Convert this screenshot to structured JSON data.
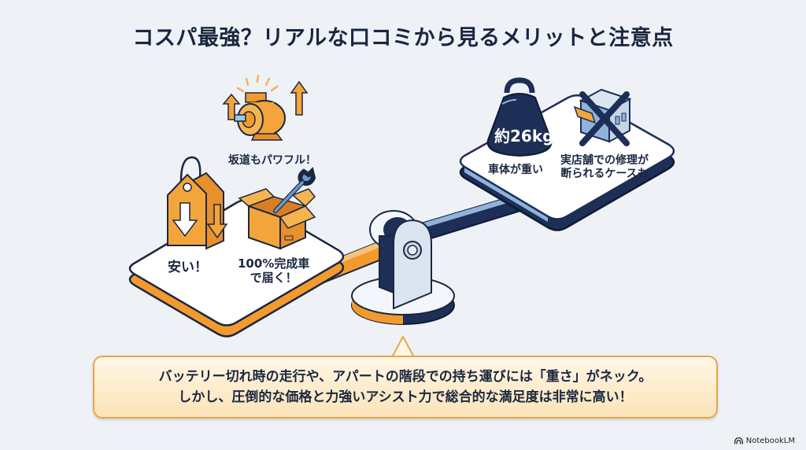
{
  "title": "コスパ最強？リアルな口コミから見るメリットと注意点",
  "scale": {
    "left_pan": {
      "theme": "merits",
      "items": [
        {
          "icon": "motor-icon",
          "label": "坂道もパワフル！"
        },
        {
          "icon": "price-tag-down-icon",
          "label": "安い！"
        },
        {
          "icon": "box-with-wrench-icon",
          "label_lines": [
            "100%完成車",
            "で届く！"
          ]
        }
      ]
    },
    "right_pan": {
      "theme": "cautions",
      "items": [
        {
          "icon": "weight-icon",
          "weight_text": "約26kg",
          "label": "車体が重い"
        },
        {
          "icon": "store-crossed-icon",
          "label_lines": [
            "実店舗での修理が",
            "断られるケースも"
          ]
        }
      ]
    }
  },
  "callout": {
    "lines": [
      "バッテリー切れ時の走行や、アパートの階段での持ち運びには「重さ」がネック。",
      "しかし、圧倒的な価格と力強いアシスト力で総合的な満足度は非常に高い！"
    ]
  },
  "brand": "NotebookLM",
  "colors": {
    "orange": "#f39a2e",
    "navy": "#1d2f56",
    "light_blue": "#8fb3db",
    "callout_border": "#e7a64a",
    "background": "#eef2f7"
  }
}
